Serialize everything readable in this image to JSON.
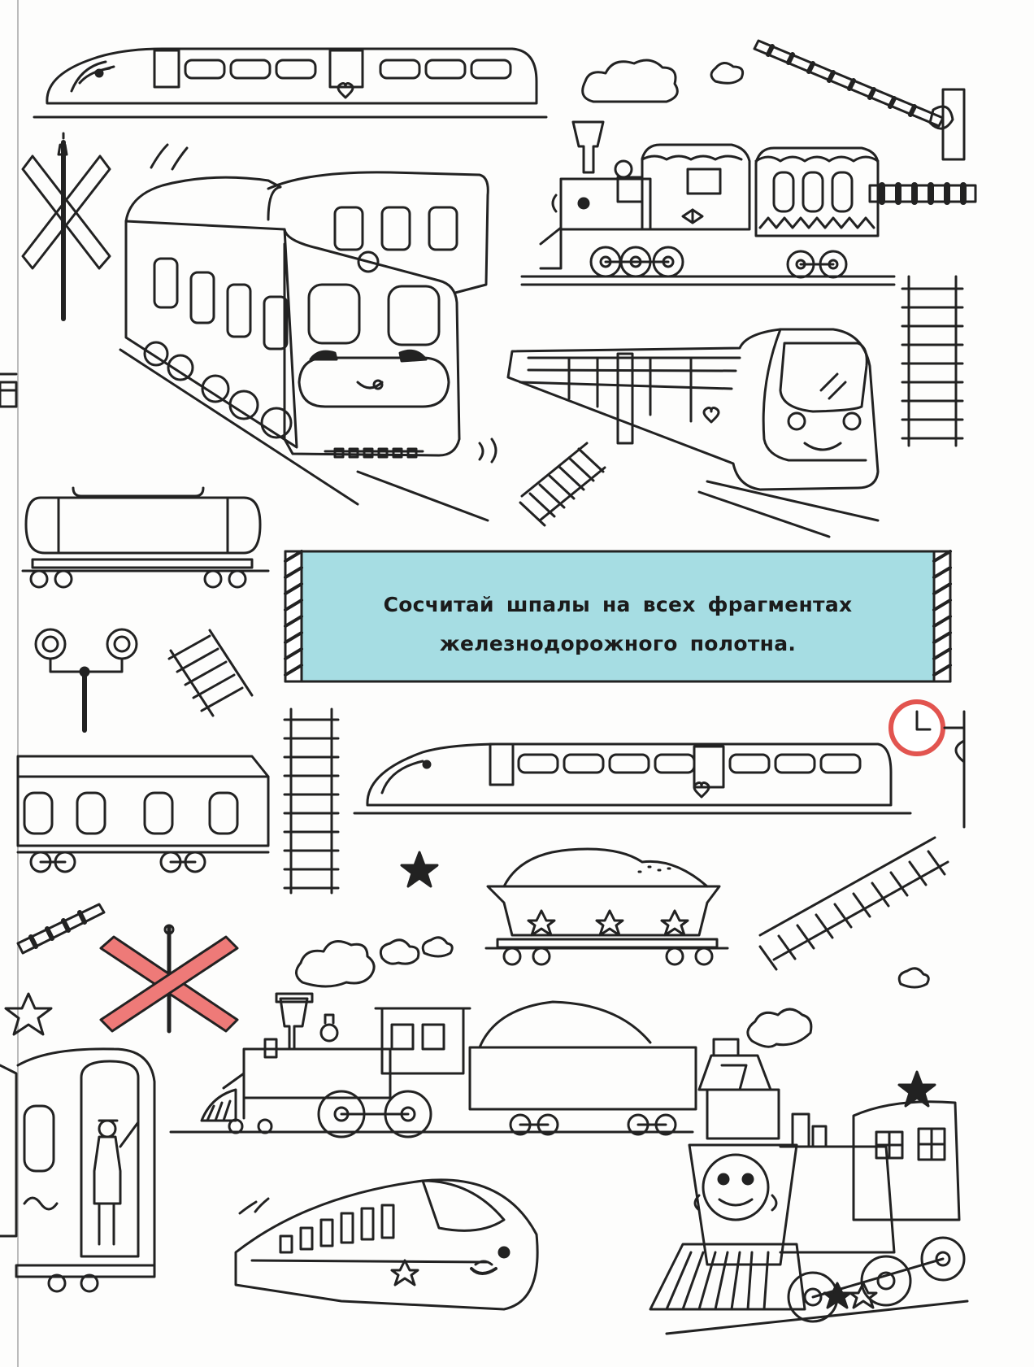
{
  "task": {
    "line1": "Сосчитай шпалы на всех фрагментах",
    "line2": "железнодорожного полотна."
  },
  "colors": {
    "box_fill": "#a6dde3",
    "ink": "#222222",
    "crossing_sign": "#ee7a78",
    "clock_ring": "#e2544f",
    "page": "#fdfdfc"
  },
  "illustration_items": [
    "bullet-train-top",
    "barrier-gate",
    "crossing-sign",
    "electric-train",
    "steam-train-cars",
    "track-segment",
    "high-speed-train",
    "tank-wagon",
    "traffic-signal",
    "passenger-car",
    "station-clock",
    "coal-hopper-wagon",
    "stars",
    "old-steam-locomotive-with-tender",
    "smiling-steam-locomotive",
    "conductor-carriage",
    "shinkansen-train",
    "red-crossing-sign"
  ]
}
